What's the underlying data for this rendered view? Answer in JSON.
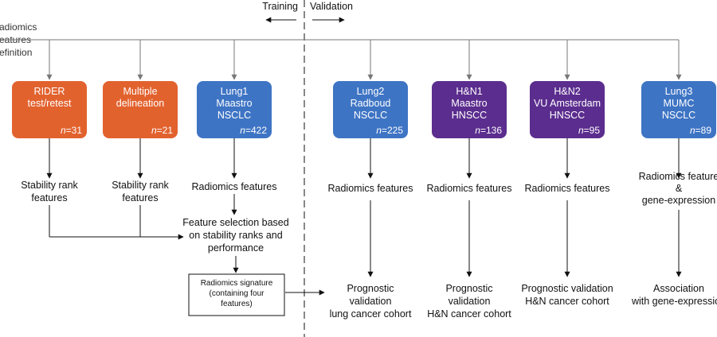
{
  "phases": {
    "training": "Training",
    "validation": "Validation"
  },
  "definition": {
    "lines": [
      "adiomics",
      "eatures",
      "efinition"
    ]
  },
  "colors": {
    "orange": "#e2622e",
    "blue": "#3e74c4",
    "purple": "#5b2d8e"
  },
  "cohorts": [
    {
      "id": "rider",
      "color": "orange",
      "lines": [
        "RIDER",
        "test/retest"
      ],
      "n": "=31"
    },
    {
      "id": "multiple",
      "color": "orange",
      "lines": [
        "Multiple",
        "delineation"
      ],
      "n": "=21"
    },
    {
      "id": "lung1",
      "color": "blue",
      "lines": [
        "Lung1",
        "Maastro",
        "NSCLC"
      ],
      "n": "=422"
    },
    {
      "id": "lung2",
      "color": "blue",
      "lines": [
        "Lung2",
        "Radboud",
        "NSCLC"
      ],
      "n": "=225"
    },
    {
      "id": "hn1",
      "color": "purple",
      "lines": [
        "H&N1",
        "Maastro",
        "HNSCC"
      ],
      "n": "=136"
    },
    {
      "id": "hn2",
      "color": "purple",
      "lines": [
        "H&N2",
        "VU Amsterdam",
        "HNSCC"
      ],
      "n": "=95"
    },
    {
      "id": "lung3",
      "color": "blue",
      "lines": [
        "Lung3",
        "MUMC",
        "NSCLC"
      ],
      "n": "=89"
    }
  ],
  "n_prefix": "n",
  "steps": {
    "rider": [
      "Stability rank",
      "features"
    ],
    "multiple": [
      "Stability rank",
      "features"
    ],
    "lung1": [
      "Radiomics features"
    ],
    "lung2": [
      "Radiomics features"
    ],
    "hn1": [
      "Radiomics features"
    ],
    "hn2": [
      "Radiomics features"
    ],
    "lung3": [
      "Radiomics feature",
      "&",
      "gene-expression"
    ]
  },
  "selection": [
    "Feature selection based",
    "on stability ranks and",
    "performance"
  ],
  "signature": [
    "Radiomics signature",
    "(containing four",
    "features)"
  ],
  "outcomes": {
    "lung2": [
      "Prognostic",
      "validation",
      "lung cancer cohort"
    ],
    "hn1": [
      "Prognostic",
      "validation",
      "H&N cancer cohort"
    ],
    "hn2": [
      "Prognostic validation",
      "H&N cancer cohort"
    ],
    "lung3": [
      "Association",
      "with gene-expression"
    ]
  }
}
